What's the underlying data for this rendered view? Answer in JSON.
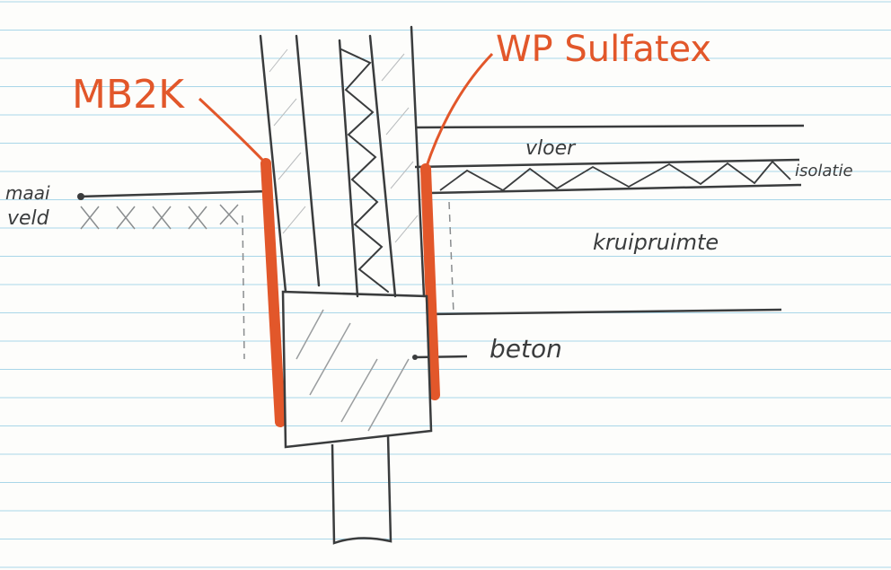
{
  "labels": {
    "mb2k": "MB2K",
    "wp_sulfatex": "WP Sulfatex",
    "maaiveld_line1": "maai",
    "maaiveld_line2": "veld",
    "vloer": "vloer",
    "isolatie": "isolatie",
    "kruipruimte": "kruipruimte",
    "beton": "beton"
  },
  "colors": {
    "pencil": "#3a3c3d",
    "red_crayon": "#e2572a",
    "paper_line": "#a9d6e8"
  }
}
